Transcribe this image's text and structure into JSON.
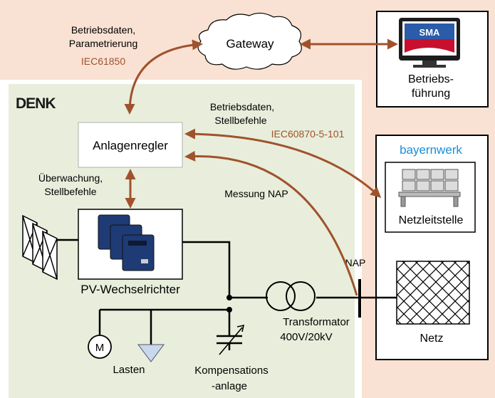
{
  "colors": {
    "top_band": "#f9e2d3",
    "right_band": "#f9e2d3",
    "plant_area": "#e8eedb",
    "arrow": "#a0522d",
    "arrow_text": "#a0522d",
    "line": "#000000",
    "sma_red": "#c8102e",
    "sma_blue": "#2a5caa",
    "bayernwerk_blue": "#1a8ed8"
  },
  "top": {
    "data_label_line1": "Betriebsdaten,",
    "data_label_line2": "Parametrierung",
    "protocol": "IEC61850",
    "gateway": "Gateway"
  },
  "operator": {
    "logo_text": "SMA",
    "label_line1": "Betriebs-",
    "label_line2": "führung"
  },
  "plant": {
    "logo_text": "DENK",
    "controller": "Anlagenregler",
    "monitoring_line1": "Überwachung,",
    "monitoring_line2": "Stellbefehle",
    "inverter": "PV-Wechselrichter",
    "loads": "Lasten",
    "motor_symbol": "M",
    "compensation_line1": "Kompensations",
    "compensation_line2": "-anlage",
    "transformer_line1": "Transformator",
    "transformer_line2": "400V/20kV"
  },
  "links": {
    "ops_line1": "Betriebsdaten,",
    "ops_line2": "Stellbefehle",
    "ops_protocol": "IEC60870-5-101",
    "measurement": "Messung NAP",
    "nap": "NAP"
  },
  "grid": {
    "logo_text": "bayernwerk",
    "control_center": "Netzleitstelle",
    "network": "Netz"
  }
}
